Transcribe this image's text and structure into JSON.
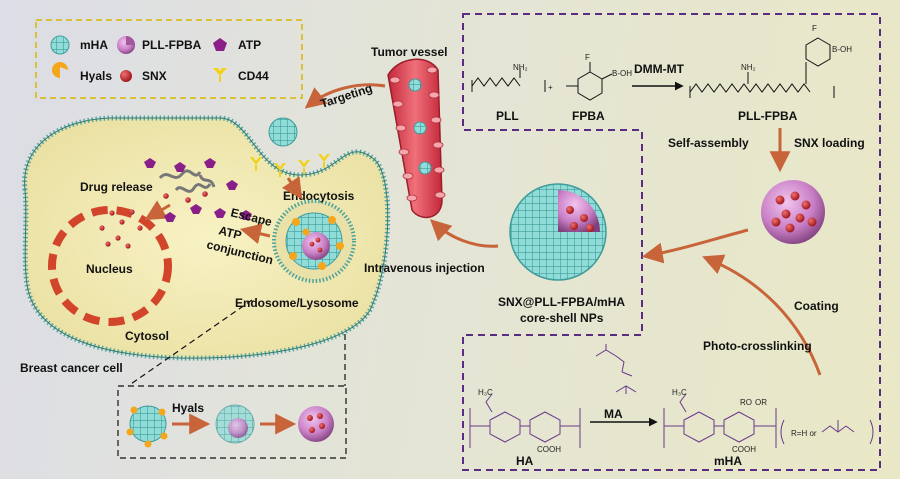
{
  "legend": {
    "mha": "mHA",
    "pll_fpba": "PLL-FPBA",
    "atp": "ATP",
    "hyals": "Hyals",
    "snx": "SNX",
    "cd44": "CD44"
  },
  "labels": {
    "tumor_vessel": "Tumor vessel",
    "targeting": "Targeting",
    "drug_release": "Drug release",
    "endocytosis": "Endocytosis",
    "escape": "Escape",
    "atp_conjunction_1": "ATP",
    "atp_conjunction_2": "conjunction",
    "nucleus": "Nucleus",
    "endosome_lysosome": "Endosome/Lysosome",
    "cytosol": "Cytosol",
    "breast_cancer_cell": "Breast cancer cell",
    "hyals_step": "Hyals",
    "intravenous_injection": "Intravenous injection",
    "nps_line1": "SNX@PLL-FPBA/mHA",
    "nps_line2": "core-shell NPs",
    "pll": "PLL",
    "fpba": "FPBA",
    "dmm_mt": "DMM-MT",
    "pll_fpba": "PLL-FPBA",
    "self_assembly": "Self-assembly",
    "snx_loading": "SNX loading",
    "coating": "Coating",
    "photo_crosslinking": "Photo-crosslinking",
    "ma": "MA",
    "ha": "HA",
    "mha": "mHA",
    "r_def": "R=H or"
  },
  "colors": {
    "arrow": "#c8643a",
    "dashed_purple": "#5a2d82",
    "dashed_yellow": "#d9c23a",
    "mha_teal": "#7fd3d0",
    "pll_pink": "#c97fc6",
    "atp_purple": "#8a1f8a",
    "hyals_orange": "#f4a61c",
    "snx_red": "#c8232c",
    "cd44_yellow": "#f2d21c",
    "vessel_red": "#e0505c",
    "nucleus_dash": "#d2452a"
  }
}
